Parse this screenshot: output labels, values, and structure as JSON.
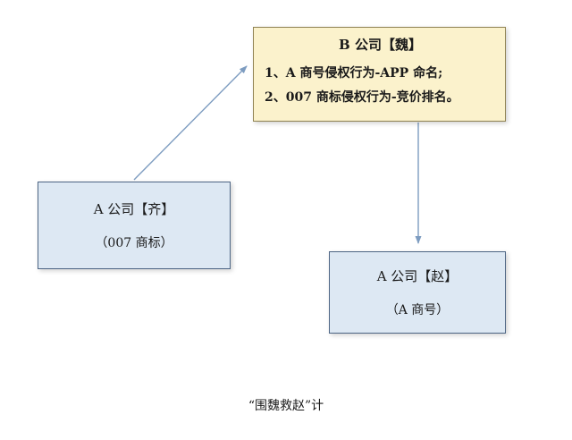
{
  "diagram": {
    "box_b": {
      "title": "B 公司【魏】",
      "line1": "1、A 商号侵权行为-APP 命名;",
      "line2": "2、007 商标侵权行为-竞价排名。"
    },
    "box_a_qi": {
      "title": "A 公司【齐】",
      "subtitle": "（007 商标）"
    },
    "box_a_zhao": {
      "title": "A 公司【赵】",
      "subtitle": "（A 商号）"
    },
    "caption": "“围魏救赵”计",
    "colors": {
      "box_b_fill": "#fbf2cc",
      "box_blue_fill": "#dde8f3",
      "arrow": "#7d9cc0"
    }
  }
}
